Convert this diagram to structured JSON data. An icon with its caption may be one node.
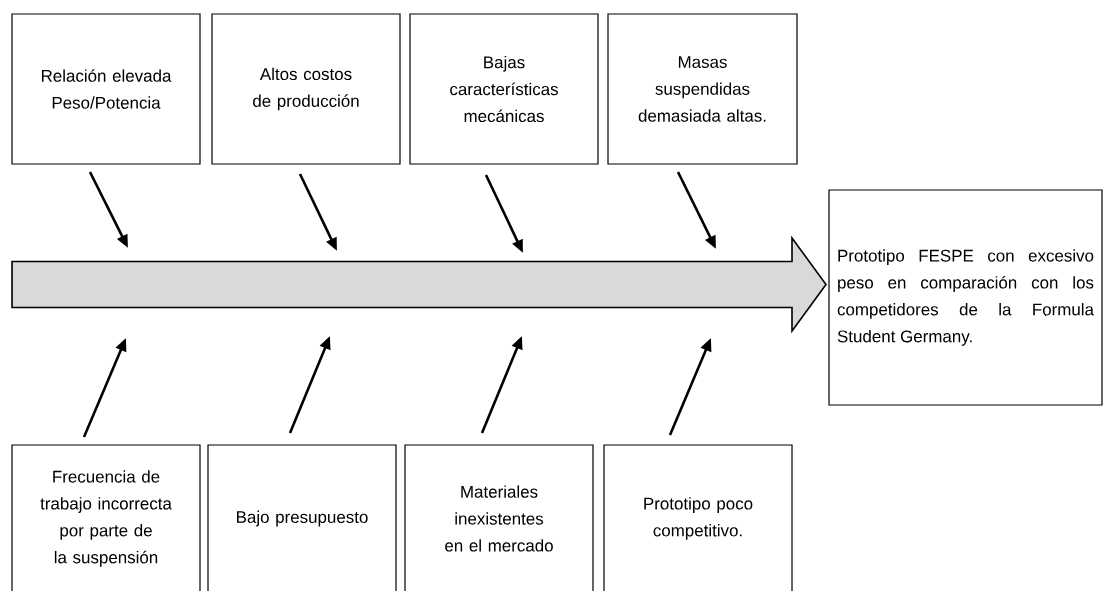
{
  "diagram": {
    "nodes": [
      {
        "text": [
          "Relación elevada Peso/Potencia"
        ]
      },
      {
        "text": [
          "Altos costos de producción"
        ]
      },
      {
        "text": [
          "Bajas características mecánicas"
        ]
      },
      {
        "text": [
          "Masas suspendidas demasiada altas."
        ]
      },
      {
        "text": [],
        "shape": "arrow"
      },
      {
        "text": [
          "Prototipo FESPE con excesivo peso en comparación con los competidores de la Formula Student Germany."
        ]
      },
      {
        "text": [
          "Frecuencia de trabajo incorrecta por parte de la suspensión"
        ]
      },
      {
        "text": [
          "Bajo presupuesto"
        ]
      },
      {
        "text": [
          "Materiales inexistentes en el mercado"
        ]
      },
      {
        "text": [
          "Prototipo poco competitivo."
        ]
      }
    ],
    "edges": [
      {
        "from": 0,
        "to": 4,
        "arrow": "to"
      },
      {
        "from": 1,
        "to": 4,
        "arrow": "to"
      },
      {
        "from": 2,
        "to": 4,
        "arrow": "to"
      },
      {
        "from": 3,
        "to": 4,
        "arrow": "to"
      },
      {
        "from": 6,
        "to": 4,
        "arrow": "to"
      },
      {
        "from": 7,
        "to": 4,
        "arrow": "to"
      },
      {
        "from": 8,
        "to": 4,
        "arrow": "to"
      },
      {
        "from": 9,
        "to": 4,
        "arrow": "to"
      }
    ]
  }
}
